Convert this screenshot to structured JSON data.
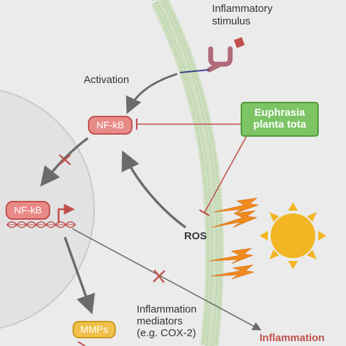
{
  "labels": {
    "stimulus": "Inflammatory\nstimulus",
    "activation": "Activation",
    "nfkb_cytoplasm": "NF-kB",
    "nfkb_nucleus": "NF-kB",
    "euphrasia": "Euphrasia\nplanta tota",
    "ros": "ROS",
    "mediators": "Inflammation\nmediators\n(e.g. COX-2)",
    "mmps": "MMPs",
    "inflammation": "Inflammation"
  },
  "colors": {
    "background": "#ebebeb",
    "nfkb_fill": "#e88a88",
    "inhibition": "#c0504d",
    "euphrasia_fill": "#7cc464",
    "sun": "#f2b624",
    "ros_bolt": "#f08a1e",
    "arrow_gray": "#6b6b6b",
    "membrane_green": "#a8c690",
    "receptor": "#b06a7a",
    "stimulus_square": "#c0504d",
    "mmps_fill": "#f0c04a"
  },
  "icons": [
    "receptor-icon",
    "stimulus-molecule-icon",
    "sun-icon",
    "uv-bolt-icon",
    "dna-icon",
    "gene-promoter-icon"
  ]
}
